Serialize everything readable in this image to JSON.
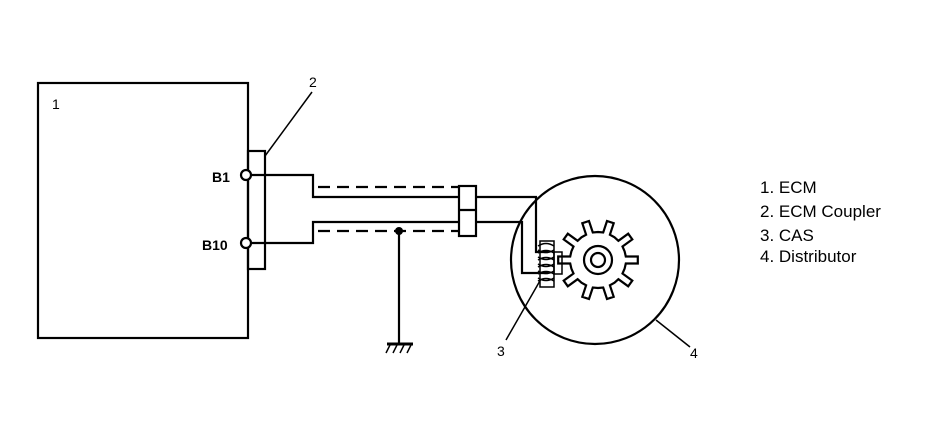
{
  "labels": {
    "ecm_number": "1",
    "coupler_number": "2",
    "cas_number": "3",
    "distributor_number": "4",
    "pin_b1": "B1",
    "pin_b10": "B10"
  },
  "legend": [
    "1. ECM",
    "2. ECM Coupler",
    "3. CAS",
    "4. Distributor"
  ]
}
